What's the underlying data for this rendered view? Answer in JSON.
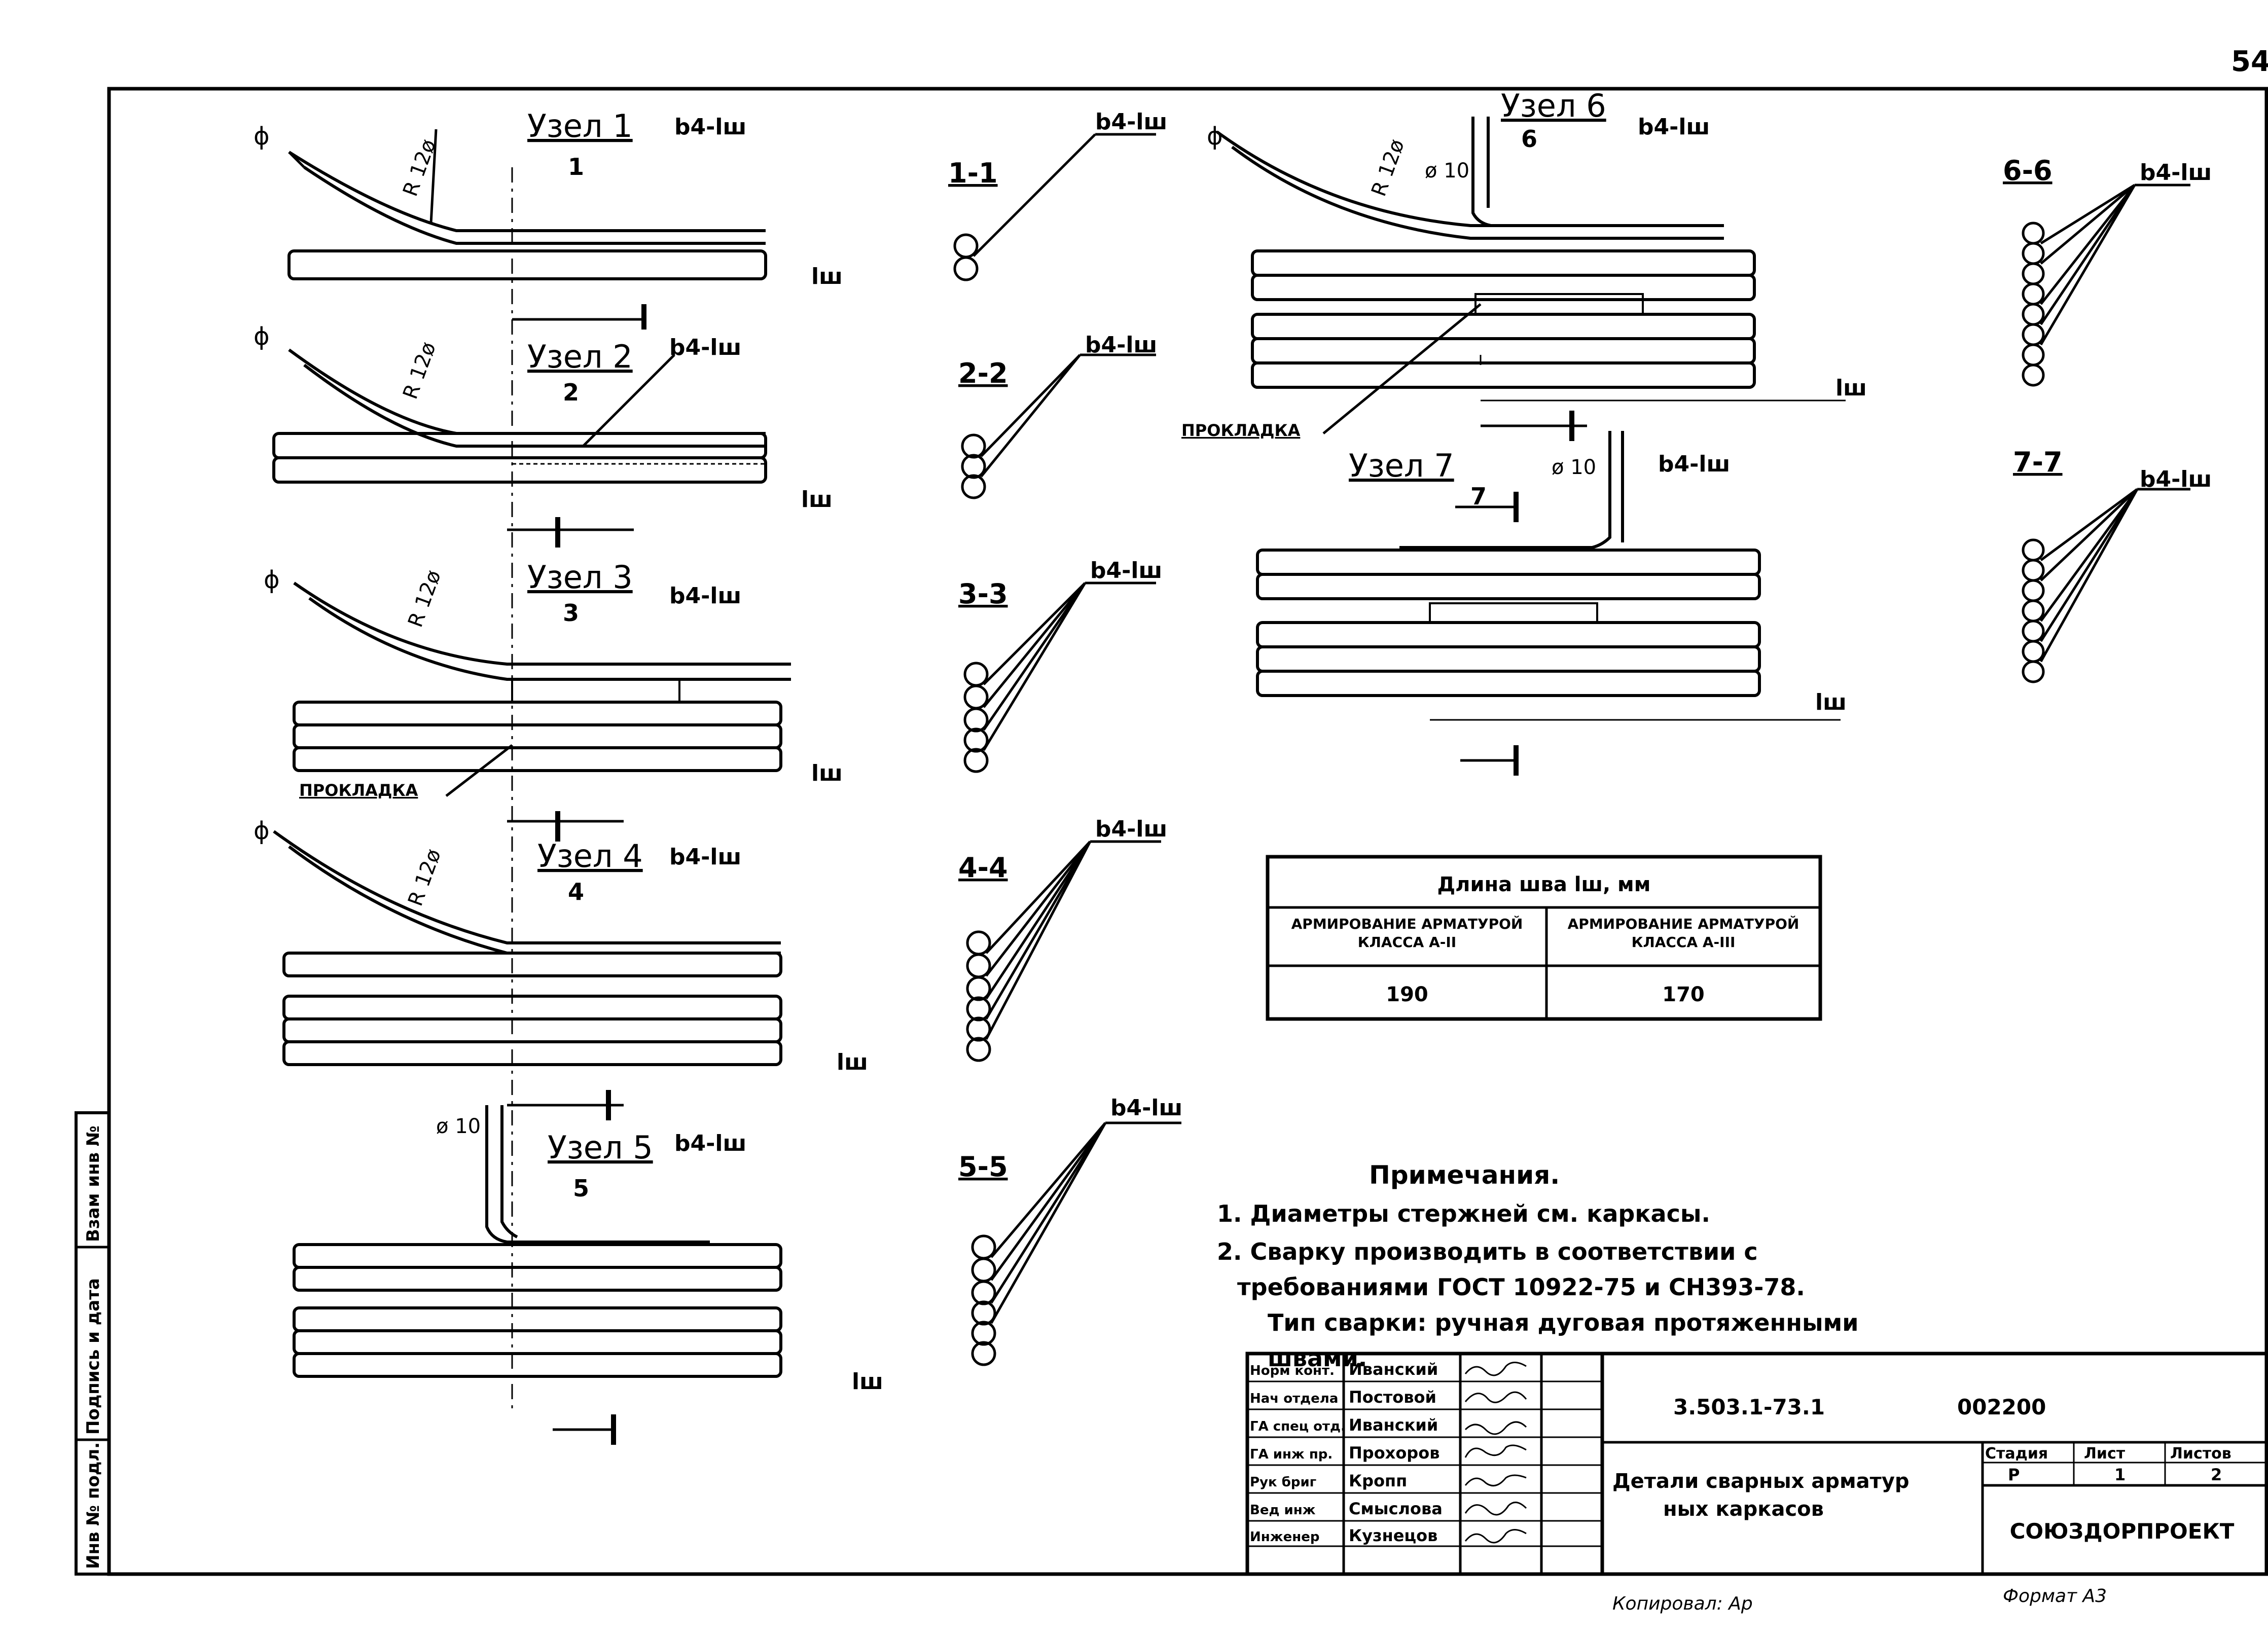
{
  "page_number": "54",
  "nodes": [
    {
      "title": "Узел 1",
      "cut": "1",
      "weld": "b4-lш",
      "radius": "R 12ø",
      "phi": "ϕ",
      "lw": "lш",
      "pad": ""
    },
    {
      "title": "Узел 2",
      "cut": "2",
      "weld": "b4-lш",
      "radius": "R 12ø",
      "phi": "ϕ",
      "lw": "lш",
      "pad": ""
    },
    {
      "title": "Узел 3",
      "cut": "3",
      "weld": "b4-lш",
      "radius": "R 12ø",
      "phi": "ϕ",
      "lw": "lш",
      "pad": "ПРОКЛАДКА"
    },
    {
      "title": "Узел 4",
      "cut": "4",
      "weld": "b4-lш",
      "radius": "R 12ø",
      "phi": "ϕ",
      "lw": "lш",
      "pad": ""
    },
    {
      "title": "Узел 5",
      "cut": "5",
      "weld": "b4-lш",
      "diam": "ø 10",
      "lw": "lш"
    },
    {
      "title": "Узел 6",
      "cut": "6",
      "weld": "b4-lш",
      "radius": "R 12ø",
      "phi": "ϕ",
      "diam": "ø 10",
      "lw": "lш",
      "pad": "ПРОКЛАДКА"
    },
    {
      "title": "Узел 7",
      "cut": "7",
      "weld": "b4-lш",
      "diam": "ø 10",
      "lw": "lш"
    }
  ],
  "sections": [
    {
      "label": "1-1",
      "weld": "b4-lш"
    },
    {
      "label": "2-2",
      "weld": "b4-lш"
    },
    {
      "label": "3-3",
      "weld": "b4-lш"
    },
    {
      "label": "4-4",
      "weld": "b4-lш"
    },
    {
      "label": "5-5",
      "weld": "b4-lш"
    },
    {
      "label": "6-6",
      "weld": "b4-lш"
    },
    {
      "label": "7-7",
      "weld": "b4-lш"
    }
  ],
  "weld_table": {
    "title": "Длина шва lш, мм",
    "col1_header": "Армирование арматурой класса А-II",
    "col2_header": "Армирование арматурой класса А-III",
    "col1_value": "190",
    "col2_value": "170"
  },
  "notes": {
    "heading": "Примечания.",
    "line1": "1. Диаметры стержней см. каркасы.",
    "line2a": "2. Сварку производить в соответствии с",
    "line2b": "требованиями ГОСТ 10922-75 и СН393-78.",
    "line3a": "Тип сварки: ручная дуговая протяженными",
    "line3b": "швами."
  },
  "side_stamp": [
    "Инв № подл.",
    "Подпись и дата",
    "Взам инв №"
  ],
  "title_block": {
    "roles": [
      "Норм конт.",
      "Нач отдела",
      "ГА спец отд.",
      "ГА инж пр.",
      "Рук бриг",
      "Вед инж",
      "Инженер"
    ],
    "names": [
      "Иванский",
      "Постовой",
      "Иванский",
      "Прохоров",
      "Кропп",
      "Смыслова",
      "Кузнецов"
    ],
    "doc_code": "3.503.1-73.1",
    "doc_number": "002200",
    "drawing_title_line1": "Детали сварных арматур",
    "drawing_title_line2": "ных каркасов",
    "stage_label": "Стадия",
    "sheet_label": "Лист",
    "sheets_label": "Листов",
    "stage_value": "Р",
    "sheet_value": "1",
    "sheets_value": "2",
    "org": "СОЮЗДОРПРОЕКТ"
  },
  "copied_by": "Копировал: Ар",
  "format": "Формат А3"
}
